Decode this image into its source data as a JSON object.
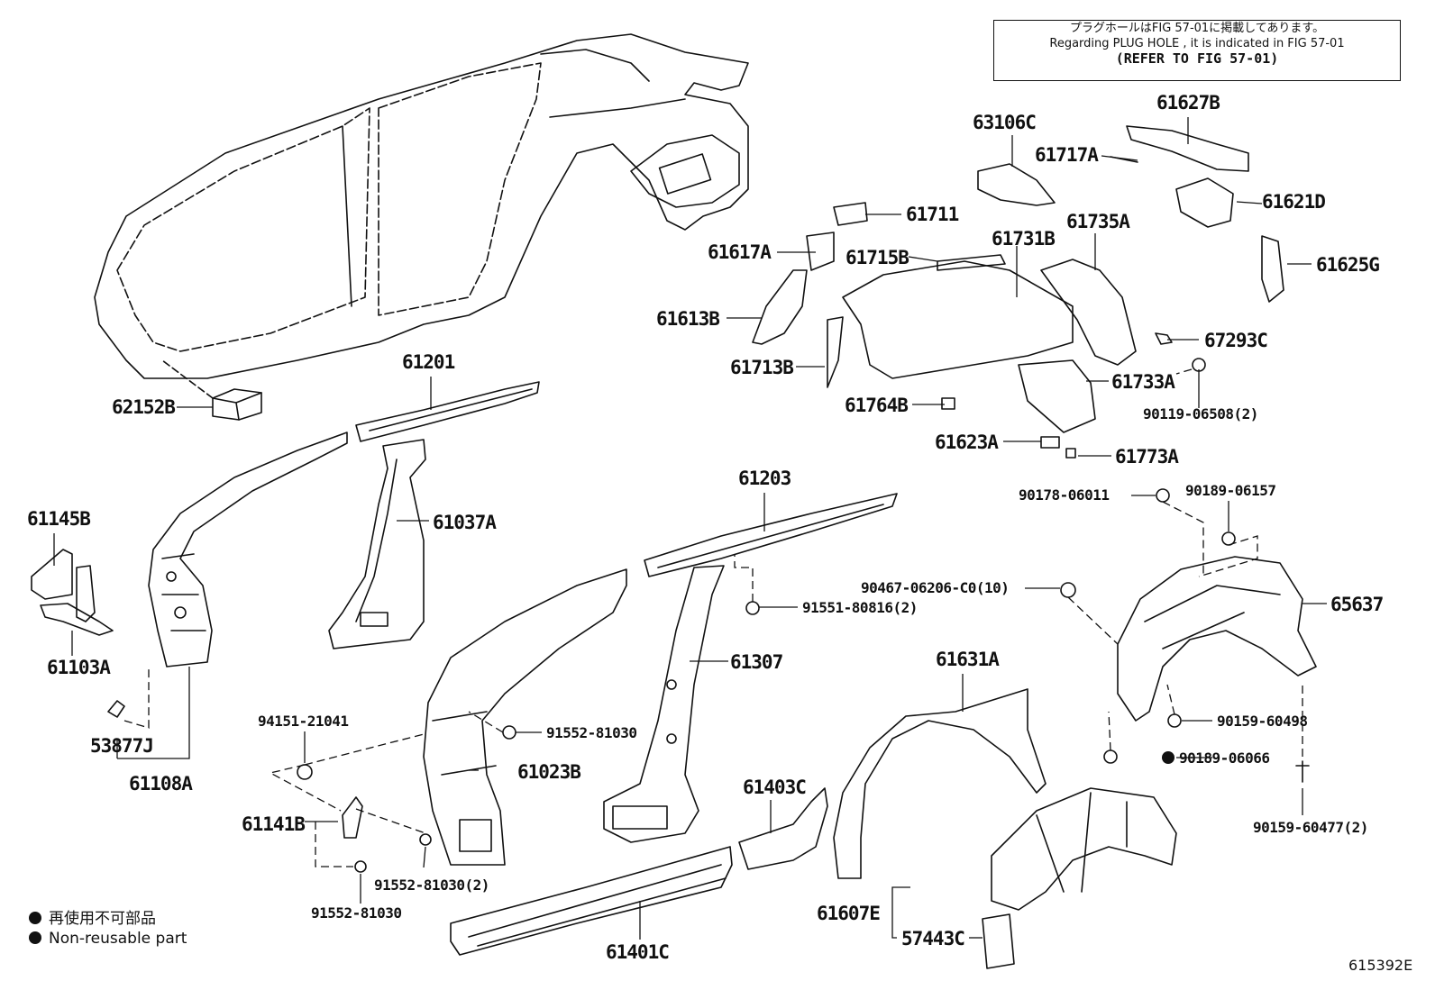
{
  "note": {
    "line1": "プラグホールはFIG 57-01に掲載してあります。",
    "line2": "Regarding  PLUG  HOLE , it is indicated in FIG  57-01",
    "line3": "(REFER TO FIG 57-01)"
  },
  "legend": {
    "jp": "再使用不可部品",
    "en": "Non-reusable part"
  },
  "diagram_code": "615392E",
  "parts": {
    "p61627B": "61627B",
    "p63106C": "63106C",
    "p61717A": "61717A",
    "p61621D": "61621D",
    "p61711": "61711",
    "p61735A": "61735A",
    "p61731B": "61731B",
    "p61617A": "61617A",
    "p61715B": "61715B",
    "p61625G": "61625G",
    "p61613B": "61613B",
    "p67293C": "67293C",
    "p61713B": "61713B",
    "p61733A": "61733A",
    "p90119": "90119-06508(2)",
    "p61764B": "61764B",
    "p61623A": "61623A",
    "p61773A": "61773A",
    "p62152B": "62152B",
    "p61201": "61201",
    "p61145B": "61145B",
    "p61037A": "61037A",
    "p61203": "61203",
    "p90178": "90178-06011",
    "p90189a": "90189-06157",
    "p90467": "90467-06206-C0(10)",
    "p65637": "65637",
    "p91551": "91551-80816(2)",
    "p61103A": "61103A",
    "p61307": "61307",
    "p61631A": "61631A",
    "p94151": "94151-21041",
    "p91552a": "91552-81030",
    "p90159a": "90159-60498",
    "p53877J": "53877J",
    "p90189b": "90189-06066",
    "p61023B": "61023B",
    "p61108A": "61108A",
    "p61403C": "61403C",
    "p90159b": "90159-60477(2)",
    "p61141B": "61141B",
    "p91552b": "91552-81030(2)",
    "p91552c": "91552-81030",
    "p61607E": "61607E",
    "p57443C": "57443C",
    "p61401C": "61401C"
  }
}
